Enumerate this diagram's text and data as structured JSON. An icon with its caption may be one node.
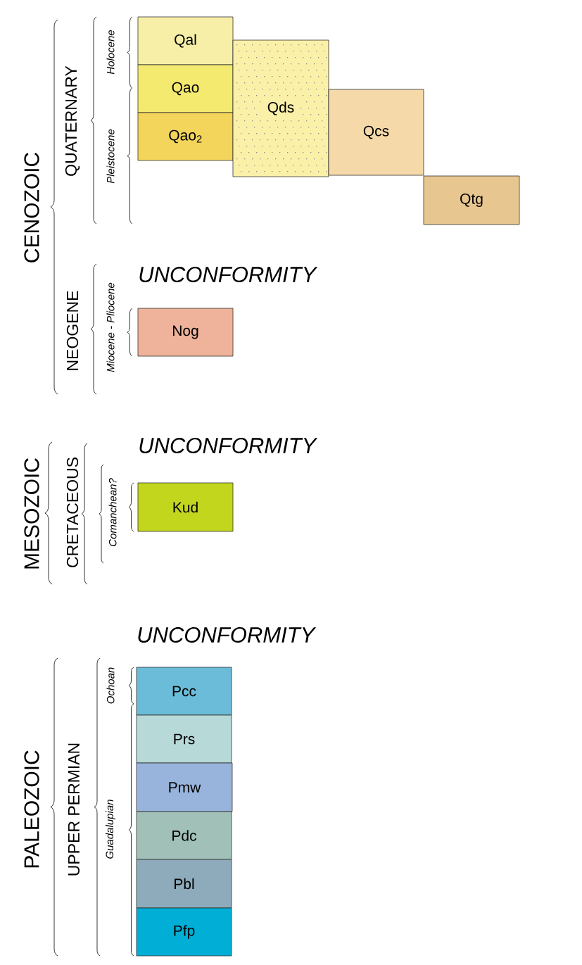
{
  "diagram": {
    "nodes": [
      {
        "text": [
          "Qal"
        ]
      },
      {
        "text": [
          "Qao"
        ]
      },
      {
        "text": [
          "Qao$_{2}$"
        ]
      },
      {
        "text": [
          "Qds"
        ]
      },
      {
        "text": [
          "Qcs"
        ]
      },
      {
        "text": [
          "Qtg"
        ]
      },
      {
        "text": [
          "Nog"
        ]
      },
      {
        "text": [
          "Kud"
        ]
      },
      {
        "text": [
          "Pcc"
        ]
      },
      {
        "text": [
          "Prs"
        ]
      },
      {
        "text": [
          "Pmw"
        ]
      },
      {
        "text": [
          "Pdc"
        ]
      },
      {
        "text": [
          "Pbl"
        ]
      },
      {
        "text": [
          "Pfp"
        ]
      }
    ],
    "labels": [
      "CENOZOIC",
      "QUATERNARY",
      "Holocene",
      "Pleistocene",
      "NEOGENE",
      "Miocene - Pliocene",
      "UNCONFORMITY",
      "UNCONFORMITY",
      "MESOZOIC",
      "CRETACEOUS",
      "Comanchean?",
      "UNCONFORMITY",
      "PALEOZOIC",
      "UPPER PERMIAN",
      "Ochoan",
      "Guadalupian"
    ]
  }
}
